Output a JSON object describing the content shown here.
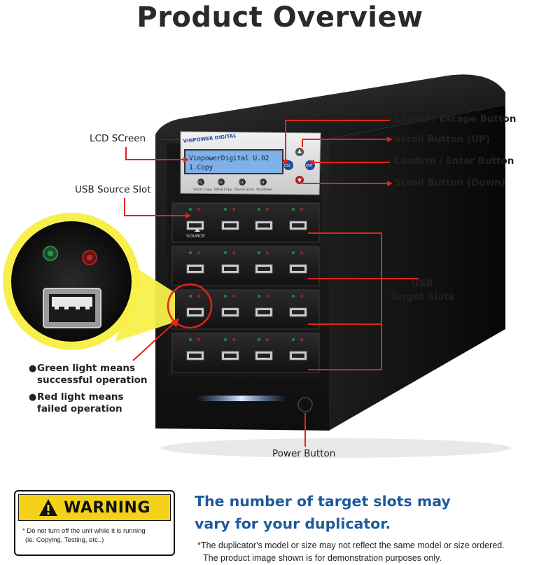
{
  "page": {
    "title": "Product Overview"
  },
  "device": {
    "brand_logo": "VINPOWER DIGITAL",
    "lcd_line1": "VinpowerDigital  U.02",
    "lcd_line2": "1.Copy",
    "lcd_buttons": [
      "F1",
      "F2",
      "F3",
      "F4"
    ],
    "lcd_button_labels": [
      "Smart Copy",
      "64GB Copy",
      "Device Scan",
      "Shutdown"
    ],
    "side_buttons": [
      "ESC",
      "ENT"
    ],
    "source_label": "SOURCE"
  },
  "callouts": {
    "cancel": "Cancel / Escape Button",
    "scroll_up": "Scroll Button (UP)",
    "confirm": "Confirm / Enter Button",
    "scroll_down": "Scroll Button (Down)",
    "lcd": "LCD SCreen",
    "usb_source": "USB Source Slot",
    "usb_target_line1": "USB",
    "usb_target_line2": "Target Slots",
    "power": "Power Button"
  },
  "legend": {
    "green_line1": "Green light means",
    "green_line2": "successful operation",
    "red_line1": "Red light means",
    "red_line2": "failed operation",
    "bullet": "●"
  },
  "warning": {
    "heading": "WARNING",
    "text_line1": "* Do not turn off the unit while it is running",
    "text_line2": "(ie. Copying, Testing, etc..)"
  },
  "notice": {
    "line1": "The number of target slots may",
    "line2": "vary for your duplicator."
  },
  "disclaimer": {
    "line1": "*The duplicator's model or size may not reflect the same model or size ordered.",
    "line2": "The product image shown is for demonstration purposes only."
  },
  "colors": {
    "accent_red": "#e2231a",
    "notice_blue": "#1f5a9a",
    "warning_yellow": "#f4d21a",
    "device_body": "#141414",
    "lcd_blue": "#7fb0e8"
  }
}
